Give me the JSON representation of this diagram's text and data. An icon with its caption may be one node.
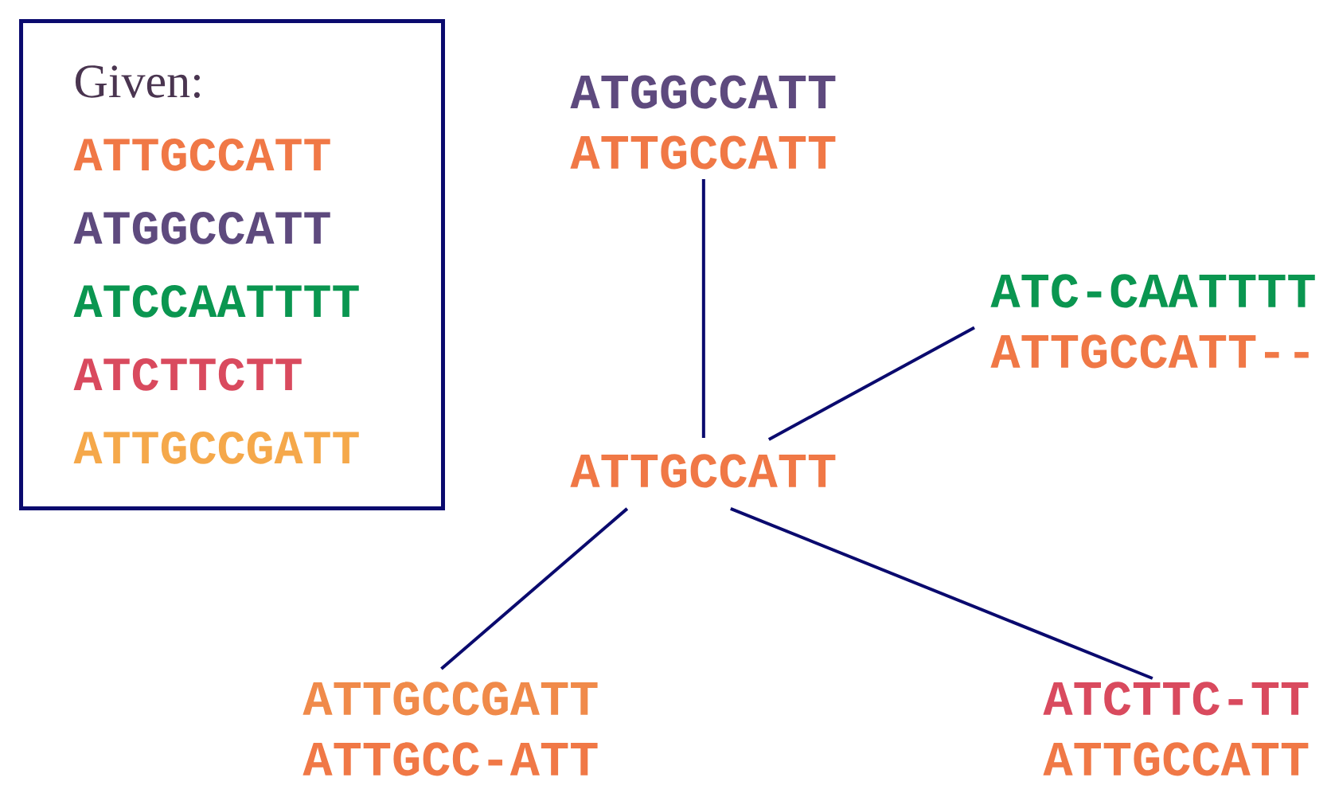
{
  "diagram": {
    "nodes": [
      {
        "text": [
          "Given:",
          "ATTGCCATT",
          "ATGGCCATT",
          "ATCCAATTTT",
          "ATCTTCTT",
          "ATTGCCGATT"
        ]
      },
      {
        "text": [
          "ATGGCCATT",
          "ATTGCCATT"
        ]
      },
      {
        "text": [
          "ATC-CAATTTT",
          "ATTGCCATT--"
        ]
      },
      {
        "text": [
          "ATTGCCATT"
        ]
      },
      {
        "text": [
          "ATTGCCGATT",
          "ATTGCC-ATT"
        ]
      },
      {
        "text": [
          "ATCTTC-TT",
          "ATTGCCATT"
        ]
      }
    ],
    "edges": [
      {
        "from": 1,
        "to": 3,
        "arrow": "none"
      },
      {
        "from": 2,
        "to": 3,
        "arrow": "none"
      },
      {
        "from": 3,
        "to": 4,
        "arrow": "none"
      },
      {
        "from": 3,
        "to": 5,
        "arrow": "none"
      }
    ]
  }
}
